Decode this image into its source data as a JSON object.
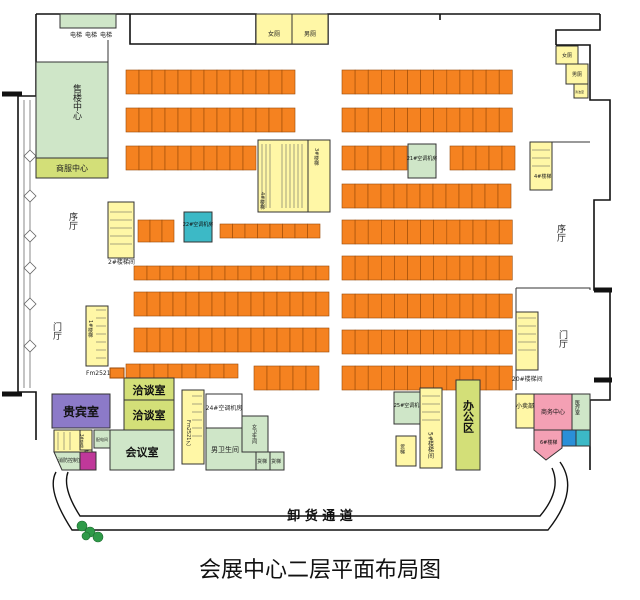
{
  "title": "会展中心二层平面布局图",
  "colors": {
    "booth": "#f58220",
    "booth_border": "#9a4a08",
    "wall": "#111111",
    "green": "#cfe6c8",
    "yellow": "#fff7a6",
    "olive": "#d3df78",
    "teal": "#3cb9c6",
    "purple": "#8c7ac8",
    "pink": "#f4a0b4",
    "magenta": "#c0389a",
    "blue": "#2a8fd8",
    "stair_gray": "#dddddd"
  },
  "rooms": {
    "ticket_center": "售楼中心",
    "shop_center": "商服中心",
    "hall_left": "序厅",
    "hall_right": "序厅",
    "door_left": "门厅",
    "door_right": "门厅",
    "elevator_1": "电梯",
    "elevator_2": "电梯",
    "elevator_3": "电梯",
    "wc_female_top": "女厕",
    "wc_male_top": "男厕",
    "wc_female_right": "女厕",
    "wc_male_right": "男厕",
    "cleaning_right": "清洁室",
    "stair_1": "1#楼梯",
    "stair_2": "2#楼梯间",
    "stair_3": "3#楼梯",
    "stair_3b": "3#楼梯",
    "stair_4": "4#楼梯",
    "stair_5": "5#楼梯间",
    "stair_20": "20#楼梯间",
    "ac_21": "21#空调机房",
    "ac_22": "22#空调机房",
    "ac_24": "24#空调机房",
    "ac_25": "25#空调机房",
    "fm_left": "Fm2521乙",
    "fm_mid": "Fm2521乙",
    "vip": "贵宾室",
    "nego_1": "洽谈室",
    "nego_2": "洽谈室",
    "meeting": "会议室",
    "wc_male_bottom": "男卫生间",
    "wc_female_bottom": "女卫生间",
    "storage_1": "货梯",
    "storage_2": "货梯",
    "storage_3": "货梯",
    "office": "办公区",
    "kiosk": "小卖部",
    "business": "商务中心",
    "medical": "医疗室",
    "f6": "6#楼梯",
    "fire_control": "消防控制室",
    "elec_room": "配电间",
    "unloading": "卸  货  通  道"
  }
}
